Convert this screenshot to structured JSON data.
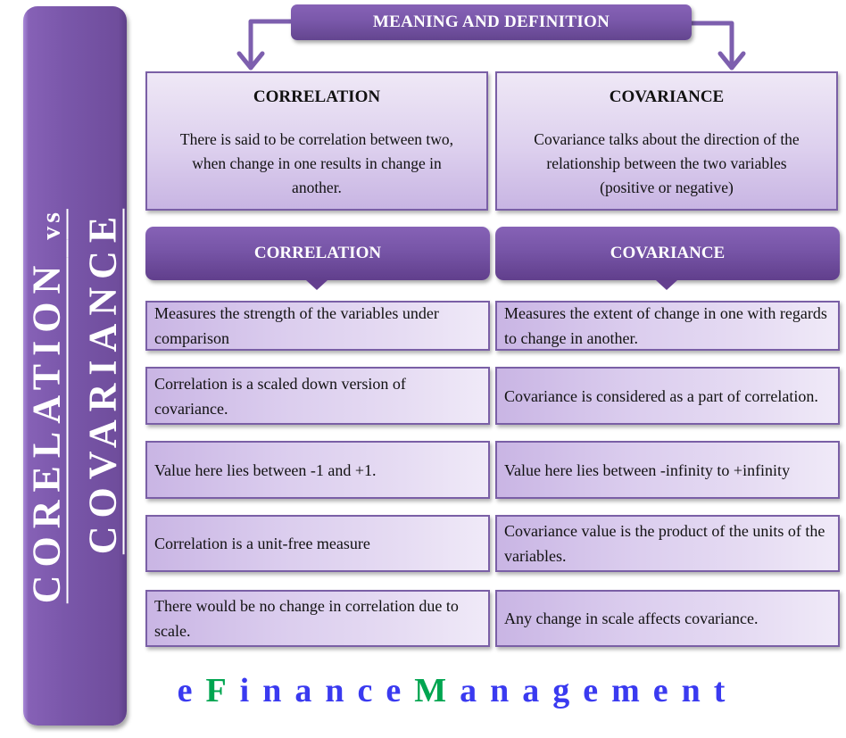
{
  "side_banner": {
    "line1": "CORELATION",
    "vs": "vs",
    "line2": "COVARIANCE"
  },
  "header": {
    "title": "MEANING AND DEFINITION"
  },
  "definitions": [
    {
      "title": "CORRELATION",
      "text": "There is said to be correlation between two, when change in one results in change in another."
    },
    {
      "title": "COVARIANCE",
      "text": "Covariance talks about the direction of the relationship between the two variables (positive or negative)"
    }
  ],
  "columns": [
    {
      "label": "CORRELATION"
    },
    {
      "label": "COVARIANCE"
    }
  ],
  "rows": [
    {
      "correlation": "Measures the strength of the variables under comparison",
      "covariance": "Measures the extent of change in one with regards to change in another."
    },
    {
      "correlation": "Correlation is a scaled down version of covariance.",
      "covariance": "Covariance is considered as a part of correlation."
    },
    {
      "correlation": "Value here lies between -1 and +1.",
      "covariance": "Value here lies between -infinity to +infinity"
    },
    {
      "correlation": "Correlation is a unit-free measure",
      "covariance": "Covariance value is the product of the units of the variables."
    },
    {
      "correlation": "There would be no change in correlation due to scale.",
      "covariance": "Any change in scale affects covariance."
    }
  ],
  "brand": {
    "part1": "e",
    "part2": "F",
    "part3": "inance",
    "part4": "M",
    "part5": "anagement"
  },
  "colors": {
    "purple_primary": "#7a57aa",
    "purple_dark": "#613f8c",
    "box_light": "#efe8f6",
    "brand_blue": "#3a3af0",
    "brand_green": "#00a550"
  }
}
